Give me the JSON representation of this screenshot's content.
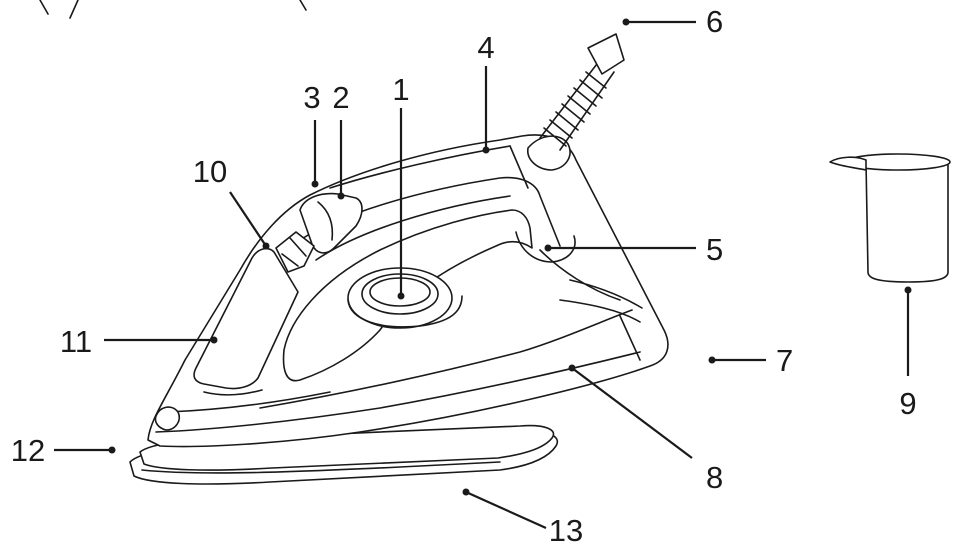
{
  "callouts": [
    {
      "id": "1",
      "text": "1"
    },
    {
      "id": "2",
      "text": "2"
    },
    {
      "id": "3",
      "text": "3"
    },
    {
      "id": "4",
      "text": "4"
    },
    {
      "id": "5",
      "text": "5"
    },
    {
      "id": "6",
      "text": "6"
    },
    {
      "id": "7",
      "text": "7"
    },
    {
      "id": "8",
      "text": "8"
    },
    {
      "id": "9",
      "text": "9"
    },
    {
      "id": "10",
      "text": "10"
    },
    {
      "id": "11",
      "text": "11"
    },
    {
      "id": "12",
      "text": "12"
    },
    {
      "id": "13",
      "text": "13"
    }
  ],
  "line_color": "#1a1a1a"
}
